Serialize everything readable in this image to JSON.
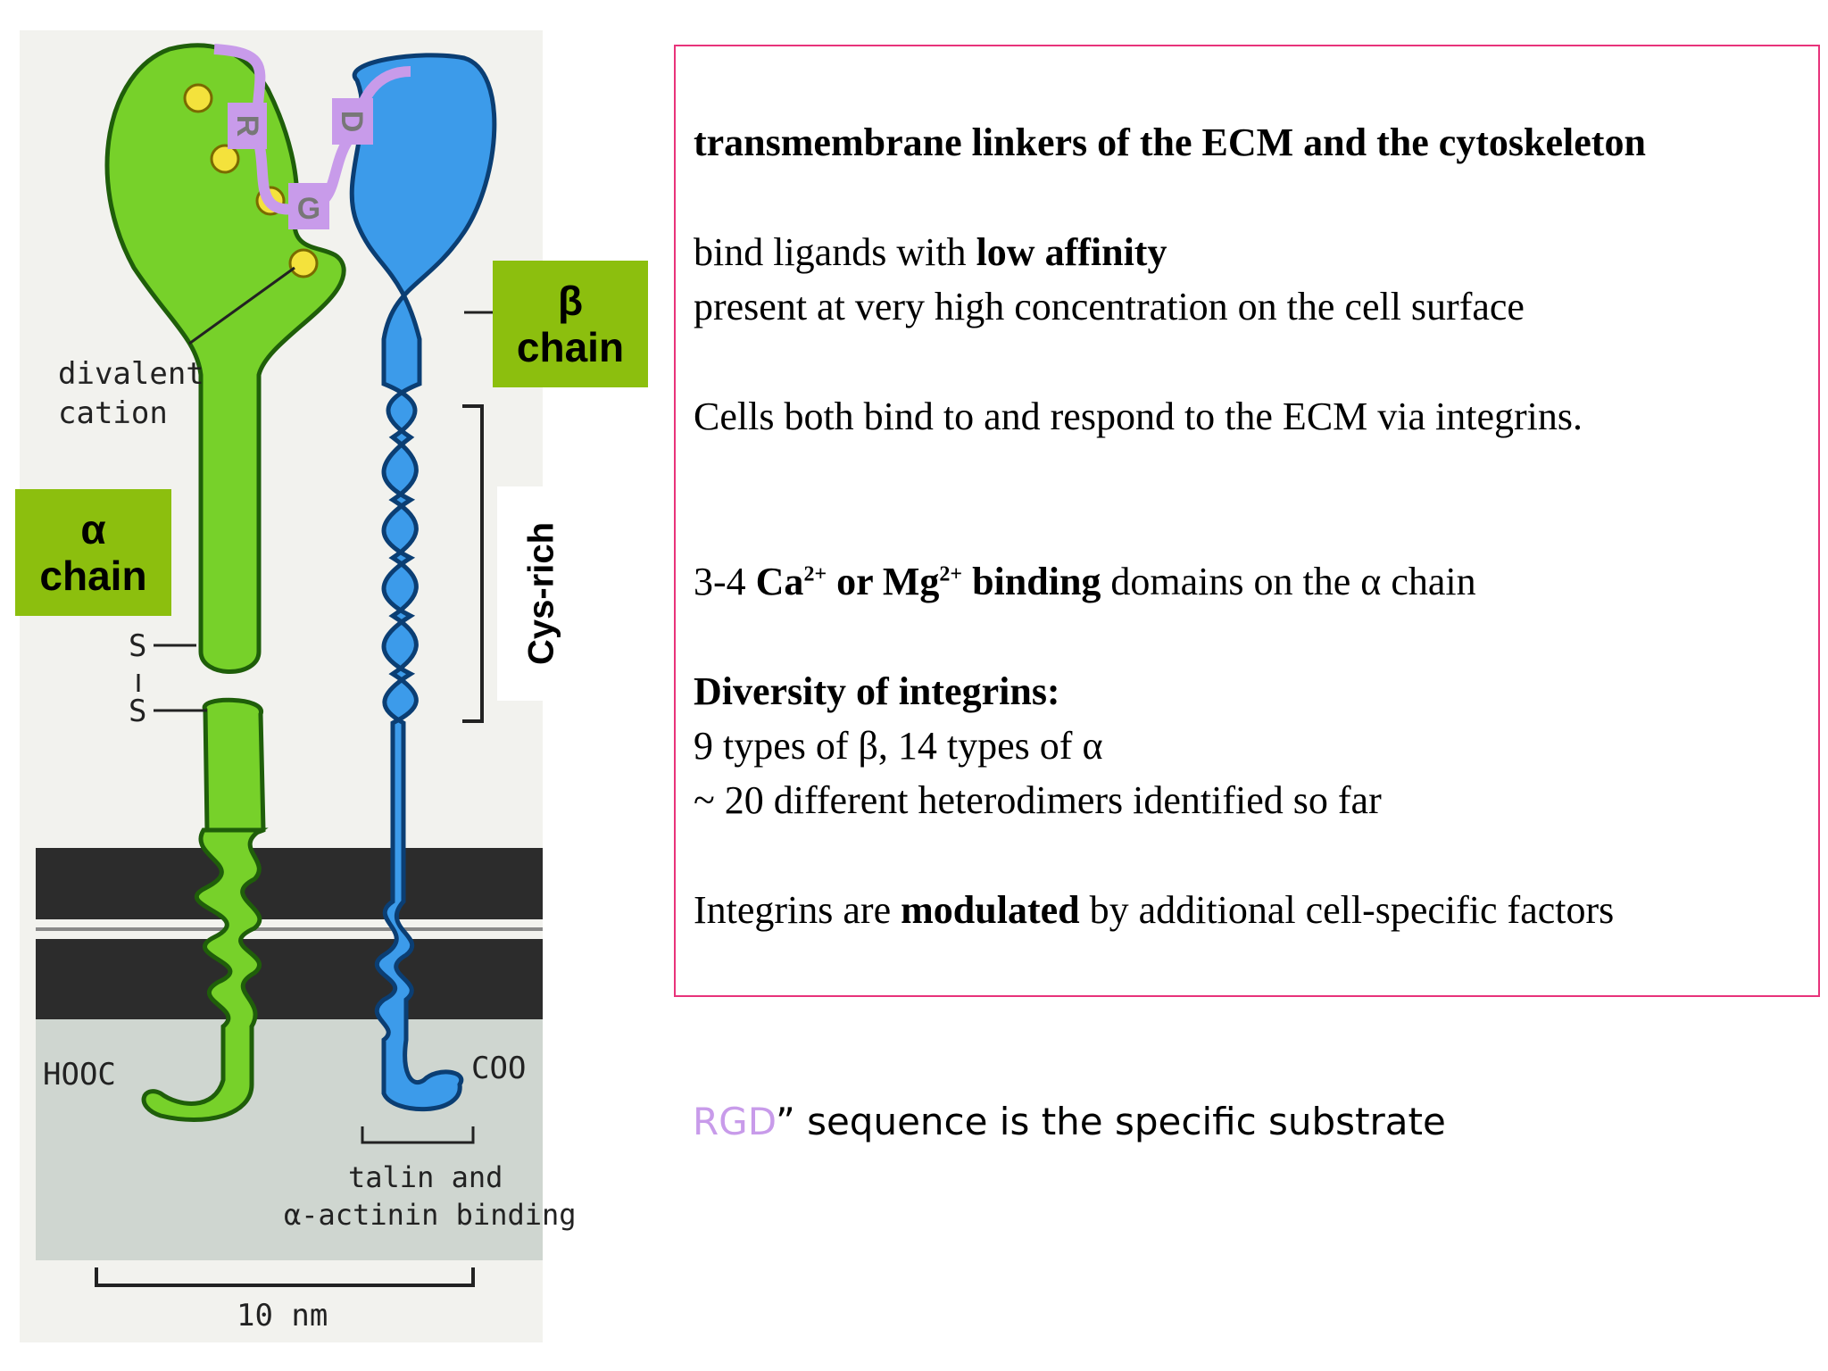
{
  "figure": {
    "alpha_label_symbol": "α",
    "alpha_label_word": "chain",
    "beta_label_symbol": "β",
    "beta_label_word": "chain",
    "cys_label": "Cys-rich",
    "rgd_letters": [
      "R",
      "G",
      "D"
    ],
    "divalent_line1": "divalent",
    "divalent_line2": "cation",
    "ss_s1": "S",
    "ss_s2": "S",
    "hooc": "HOOC",
    "cooh": "COO",
    "talin_line1": "talin and",
    "talin_line2": "α-actinin binding",
    "scale": "10 nm",
    "colors": {
      "alpha": "#77d12a",
      "beta": "#3c9bea",
      "rgd": "#c89bea",
      "label_bg": "#8cbf0e",
      "border": "#e8337a"
    }
  },
  "text": {
    "heading": "transmembrane linkers of the ECM and the cytoskeleton",
    "l1_pre": "bind ligands with ",
    "l1_bold": "low affinity",
    "l2": "present at very high concentration on the cell surface",
    "l3": "Cells both bind to and respond to the ECM via integrins.",
    "l4_pre": "3-4 ",
    "l4_ca": "Ca",
    "l4_sup1": "2+",
    "l4_or": " or Mg",
    "l4_sup2": "2+",
    "l4_binding": " binding",
    "l4_post": " domains on the α chain",
    "div_head": "Diversity of integrins:",
    "div_1": "9 types of β, 14 types of α",
    "div_2": "~ 20 different heterodimers identified so far",
    "mod_pre": "Integrins are ",
    "mod_bold": "modulated",
    "mod_post": " by additional cell-specific factors"
  },
  "footer": {
    "rgd": "RGD",
    "rest": "” sequence is the specific substrate"
  }
}
